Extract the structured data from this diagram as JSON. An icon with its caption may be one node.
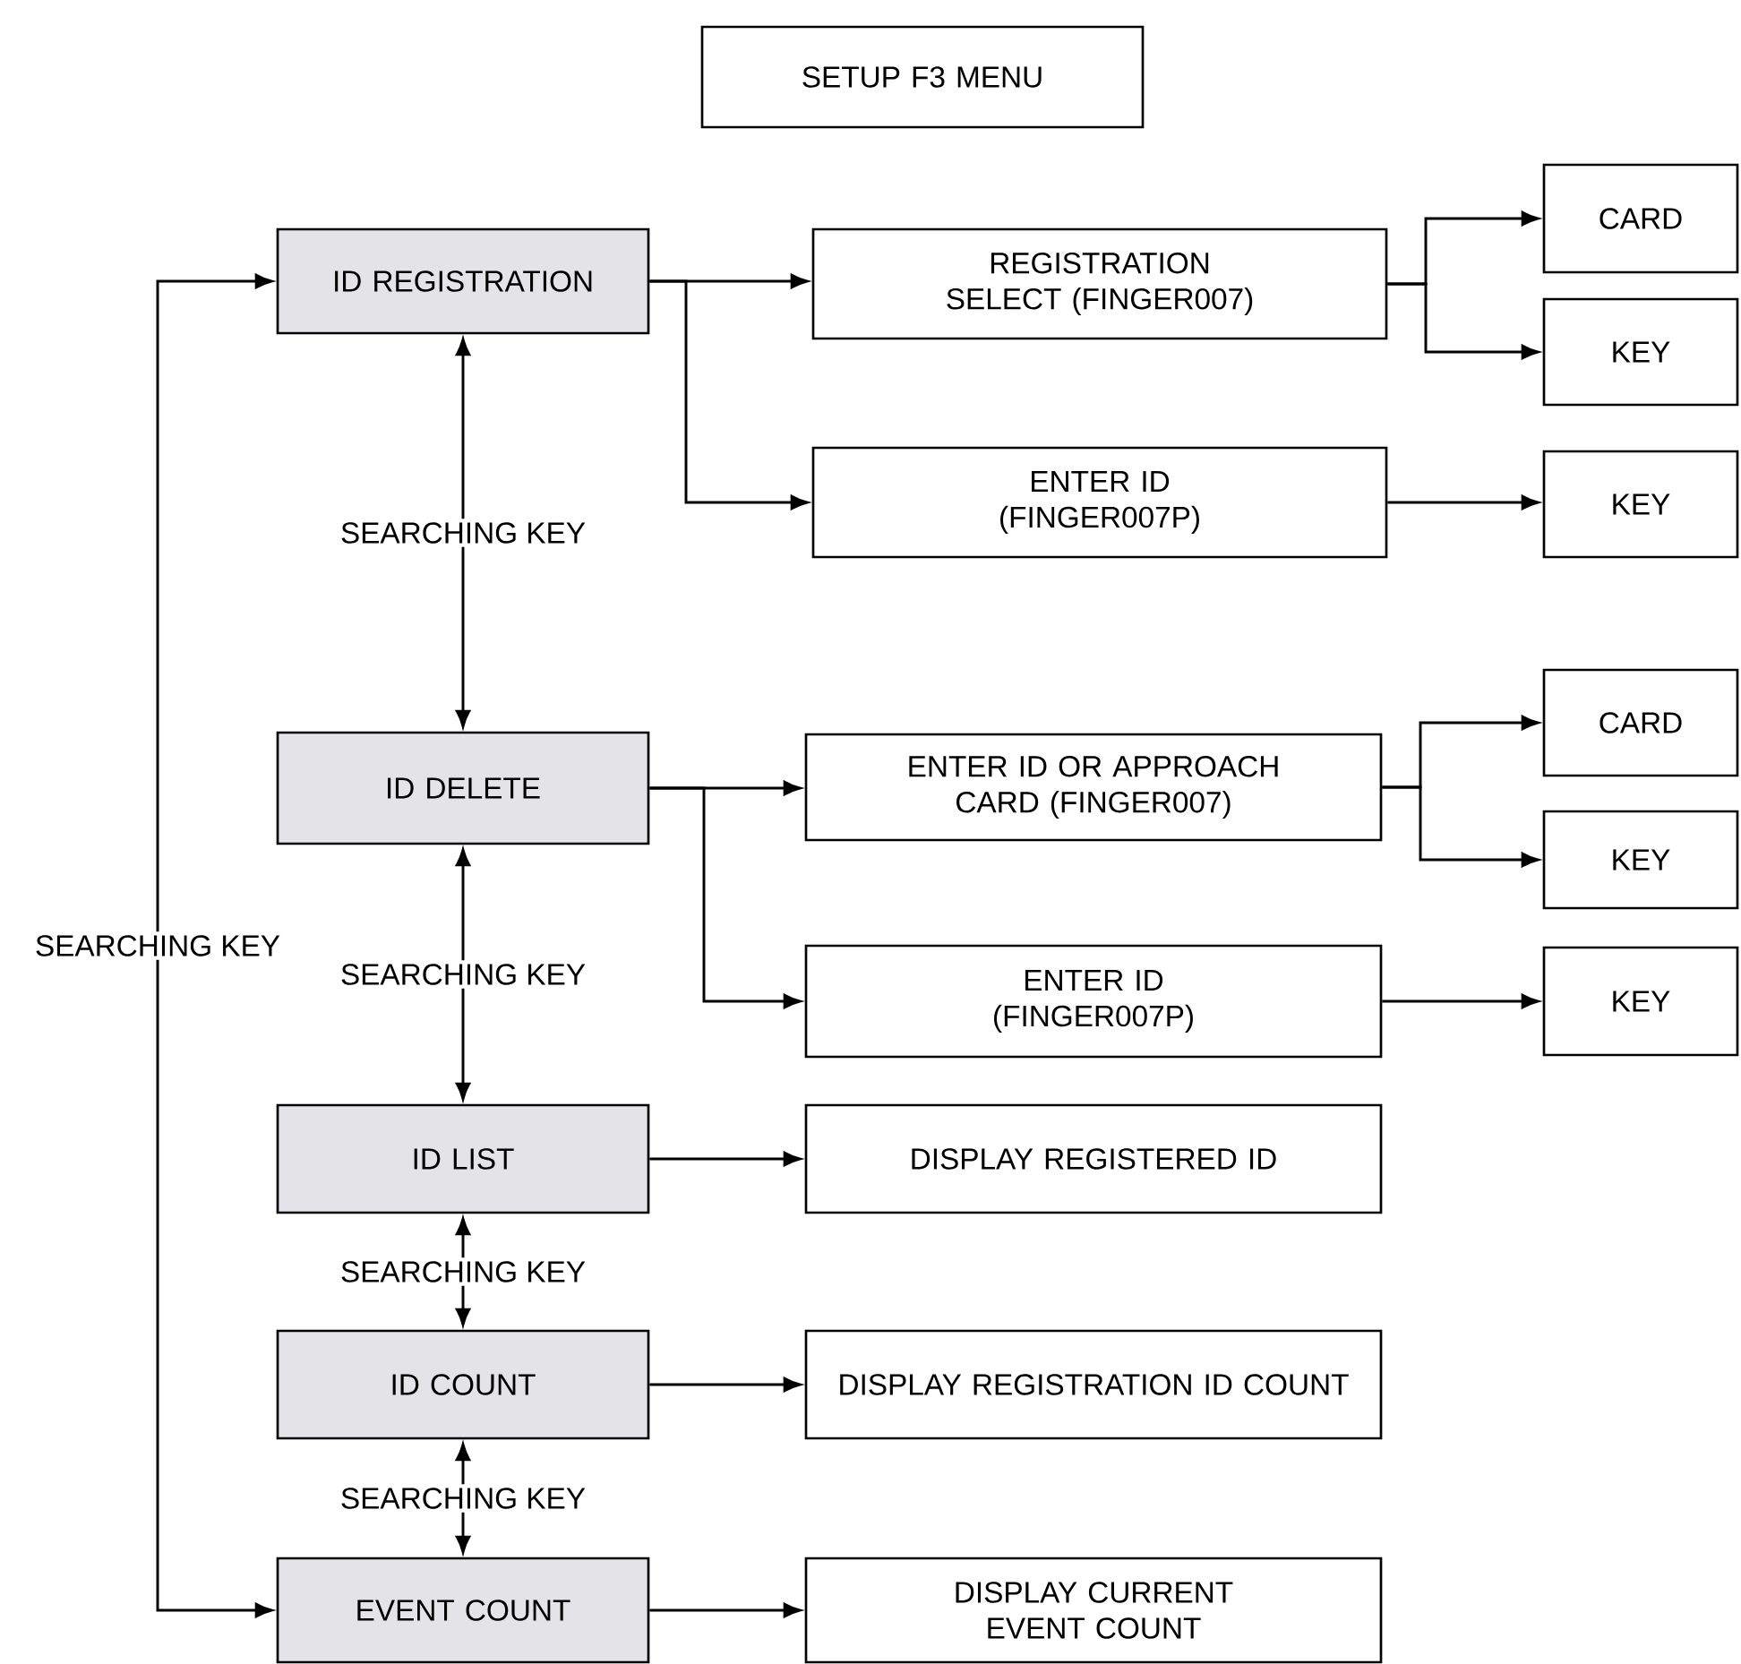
{
  "diagram": {
    "nodes": [
      {
        "text": [
          "SETUP F3 MENU"
        ]
      },
      {
        "text": [
          "ID REGISTRATION"
        ]
      },
      {
        "text": [
          "REGISTRATION SELECT (FINGER007)"
        ]
      },
      {
        "text": [
          "CARD"
        ]
      },
      {
        "text": [
          "KEY"
        ]
      },
      {
        "text": [
          "ENTER ID (FINGER007P)"
        ]
      },
      {
        "text": [
          "KEY"
        ]
      },
      {
        "text": [
          "ID DELETE"
        ]
      },
      {
        "text": [
          "ENTER ID OR APPROACH CARD (FINGER007)"
        ]
      },
      {
        "text": [
          "CARD"
        ]
      },
      {
        "text": [
          "KEY"
        ]
      },
      {
        "text": [
          "ENTER ID (FINGER007P)"
        ]
      },
      {
        "text": [
          "KEY"
        ]
      },
      {
        "text": [
          "ID LIST"
        ]
      },
      {
        "text": [
          "DISPLAY REGISTERED ID"
        ]
      },
      {
        "text": [
          "ID COUNT"
        ]
      },
      {
        "text": [
          "DISPLAY REGISTRATION ID COUNT"
        ]
      },
      {
        "text": [
          "EVENT COUNT"
        ]
      },
      {
        "text": [
          "DISPLAY CURRENT EVENT COUNT"
        ]
      }
    ],
    "edges": [
      {
        "from": 1,
        "to": 2,
        "arrow": "to"
      },
      {
        "from": 1,
        "to": 5,
        "arrow": "to"
      },
      {
        "from": 2,
        "to": 3,
        "arrow": "to"
      },
      {
        "from": 2,
        "to": 4,
        "arrow": "to"
      },
      {
        "from": 5,
        "to": 6,
        "arrow": "to"
      },
      {
        "from": 1,
        "to": 7,
        "arrow": "both",
        "label": "SEARCHING KEY"
      },
      {
        "from": 7,
        "to": 8,
        "arrow": "to"
      },
      {
        "from": 7,
        "to": 11,
        "arrow": "to"
      },
      {
        "from": 8,
        "to": 9,
        "arrow": "to"
      },
      {
        "from": 8,
        "to": 10,
        "arrow": "to"
      },
      {
        "from": 11,
        "to": 12,
        "arrow": "to"
      },
      {
        "from": 7,
        "to": 13,
        "arrow": "both",
        "label": "SEARCHING KEY"
      },
      {
        "from": 13,
        "to": 14,
        "arrow": "to"
      },
      {
        "from": 13,
        "to": 15,
        "arrow": "both",
        "label": "SEARCHING KEY"
      },
      {
        "from": 15,
        "to": 16,
        "arrow": "to"
      },
      {
        "from": 15,
        "to": 17,
        "arrow": "both",
        "label": "SEARCHING KEY"
      },
      {
        "from": 17,
        "to": 1,
        "arrow": "both",
        "label": "SEARCHING KEY"
      },
      {
        "from": 17,
        "to": 18,
        "arrow": "to"
      }
    ]
  }
}
